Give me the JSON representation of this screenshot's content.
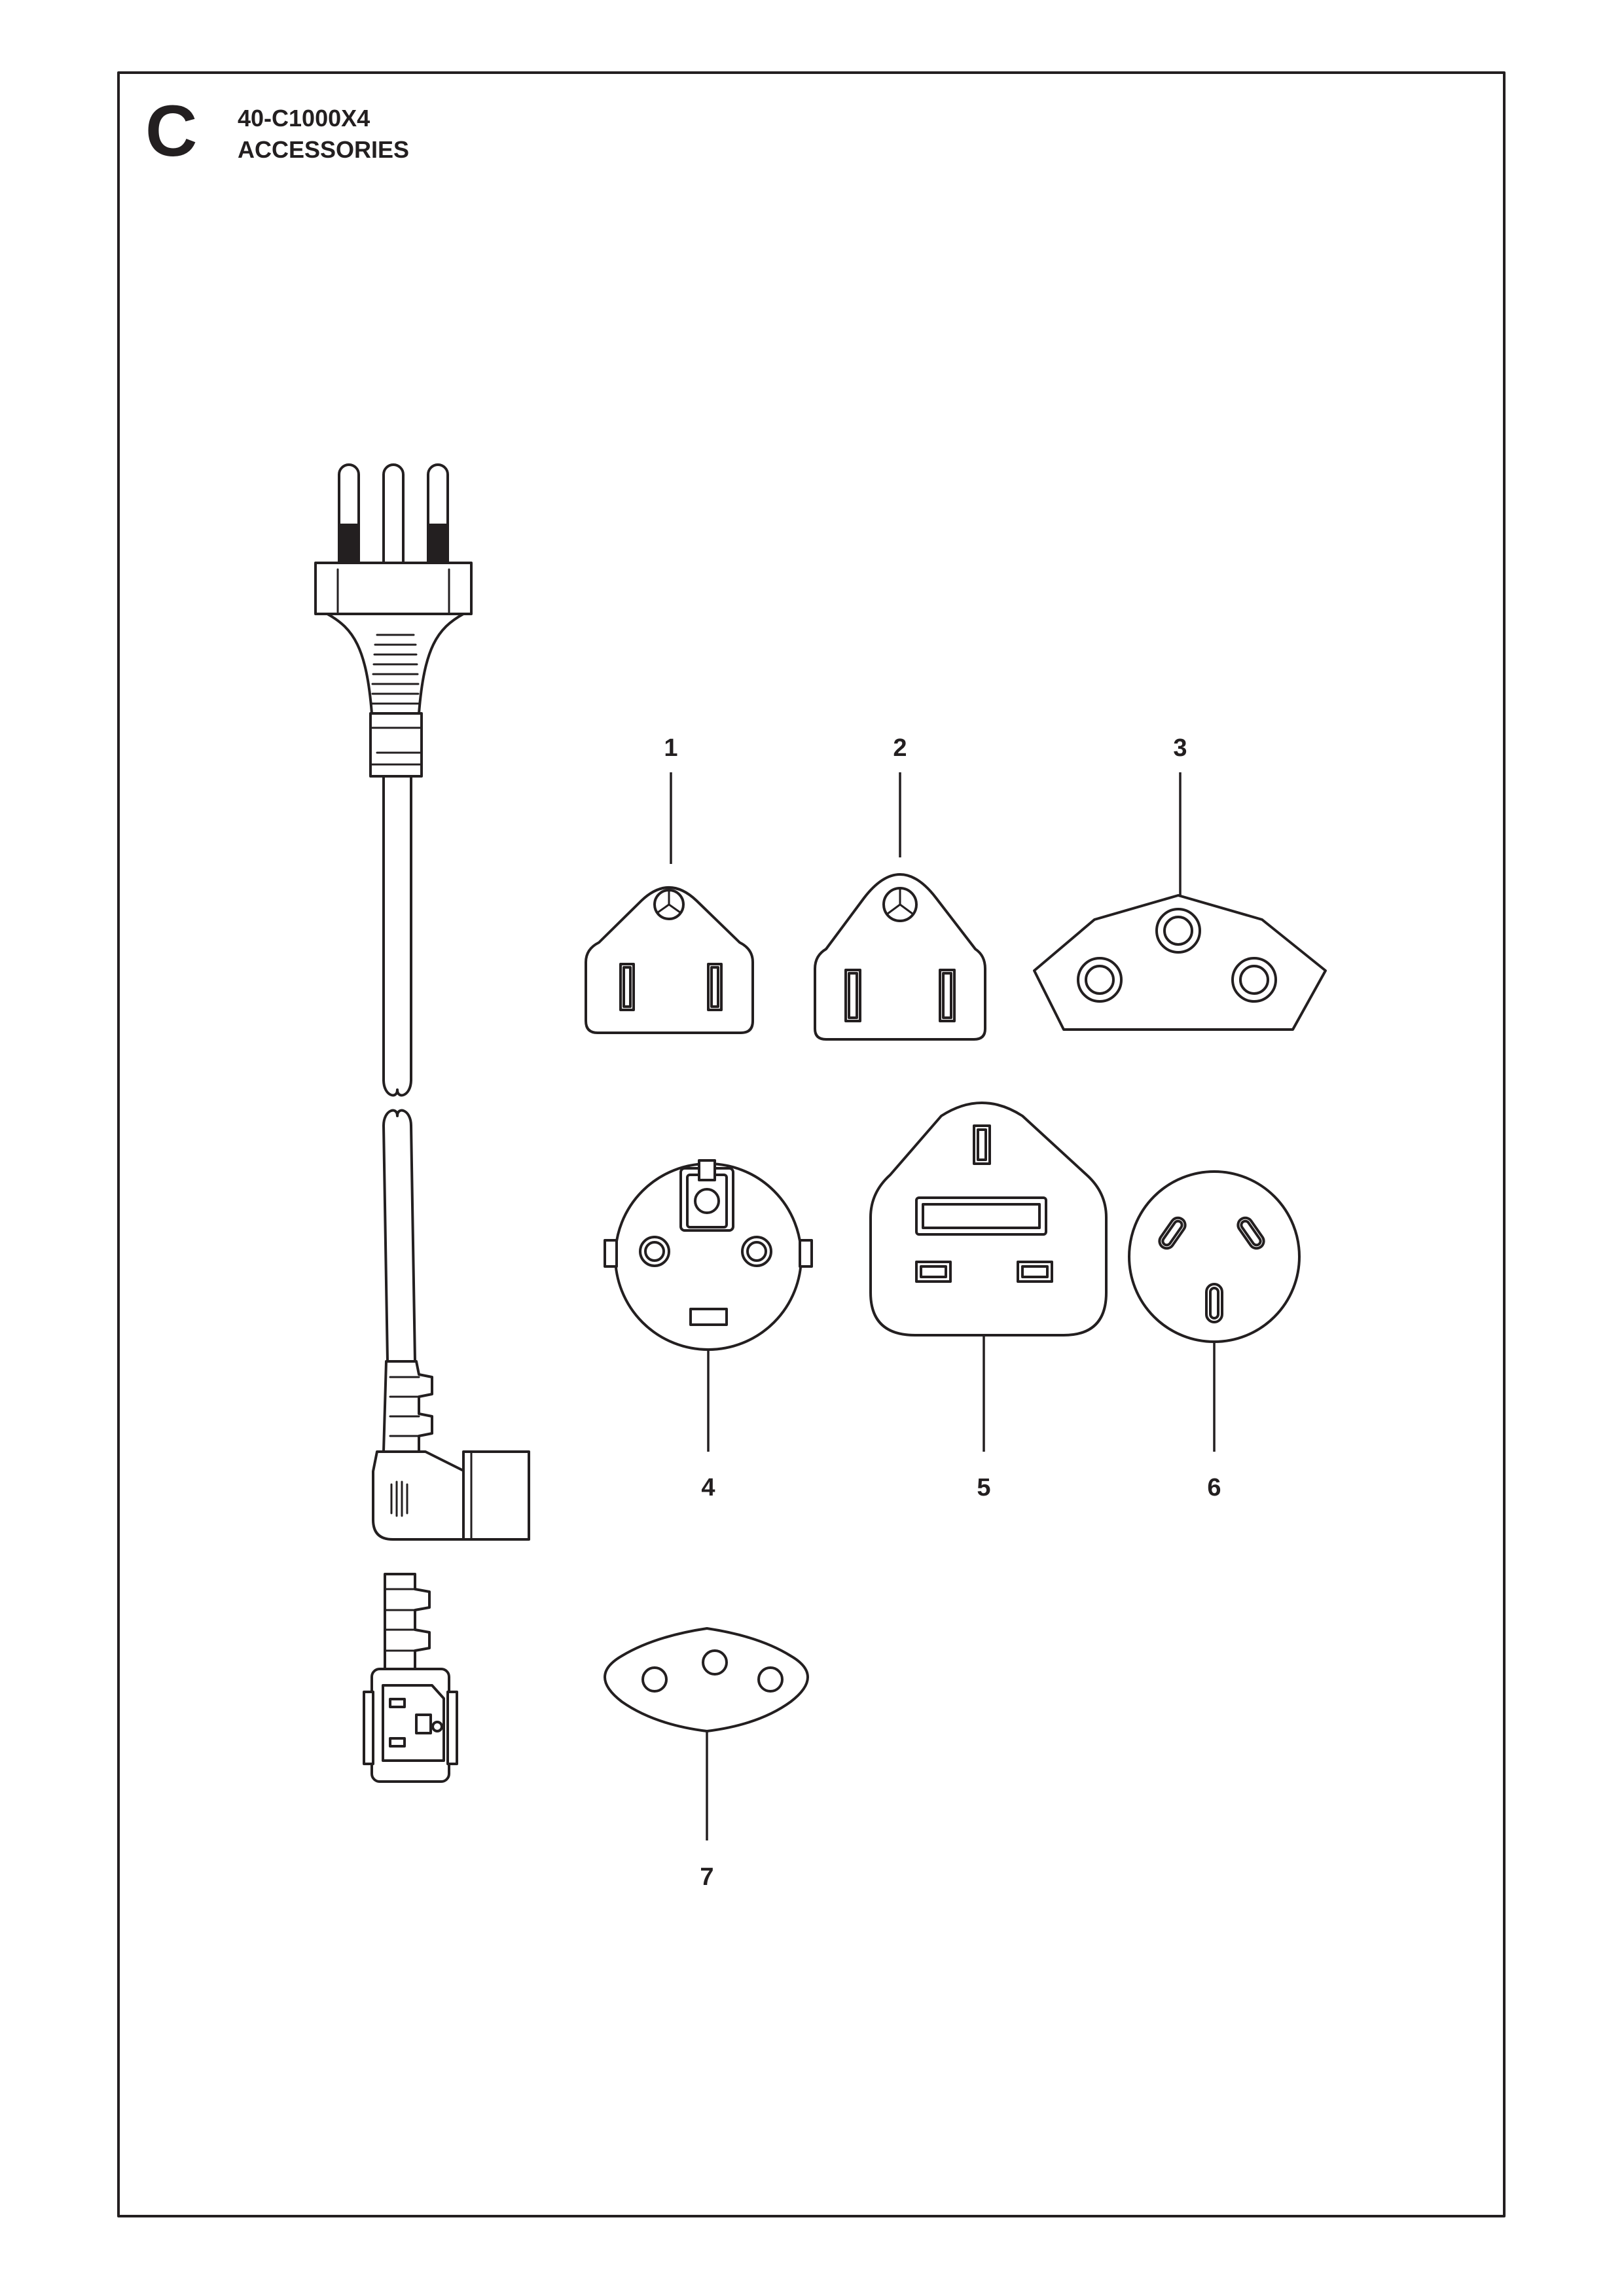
{
  "header": {
    "section_letter": "C",
    "model": "40-C1000X4",
    "title": "ACCESSORIES"
  },
  "callouts": [
    "1",
    "2",
    "3",
    "4",
    "5",
    "6",
    "7"
  ]
}
